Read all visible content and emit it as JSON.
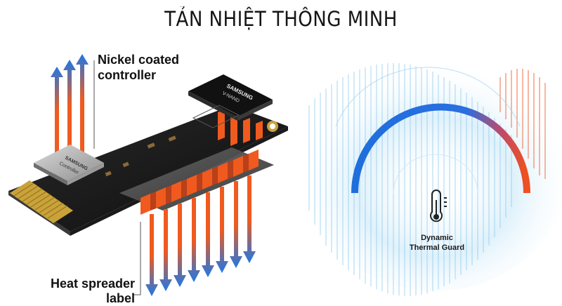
{
  "page": {
    "title": "TẢN NHIỆT THÔNG MINH"
  },
  "ssd_diagram": {
    "controller_callout": [
      "Nickel coated",
      "controller"
    ],
    "heat_spreader_callout": [
      "Heat spreader",
      "label"
    ],
    "controller_chip_text": [
      "SAMSUNG",
      "Controller"
    ],
    "nand_chip_text": [
      "SAMSUNG",
      "V-NAND"
    ],
    "arrow_colors": {
      "hot": "#f05a1e",
      "cool": "#1e78e6"
    }
  },
  "thermal_guard": {
    "label": [
      "Dynamic",
      "Thermal Guard"
    ],
    "icon": "thermometer-icon",
    "arc_colors": {
      "cool": "#1e6fdc",
      "hot": "#f0501e"
    }
  }
}
